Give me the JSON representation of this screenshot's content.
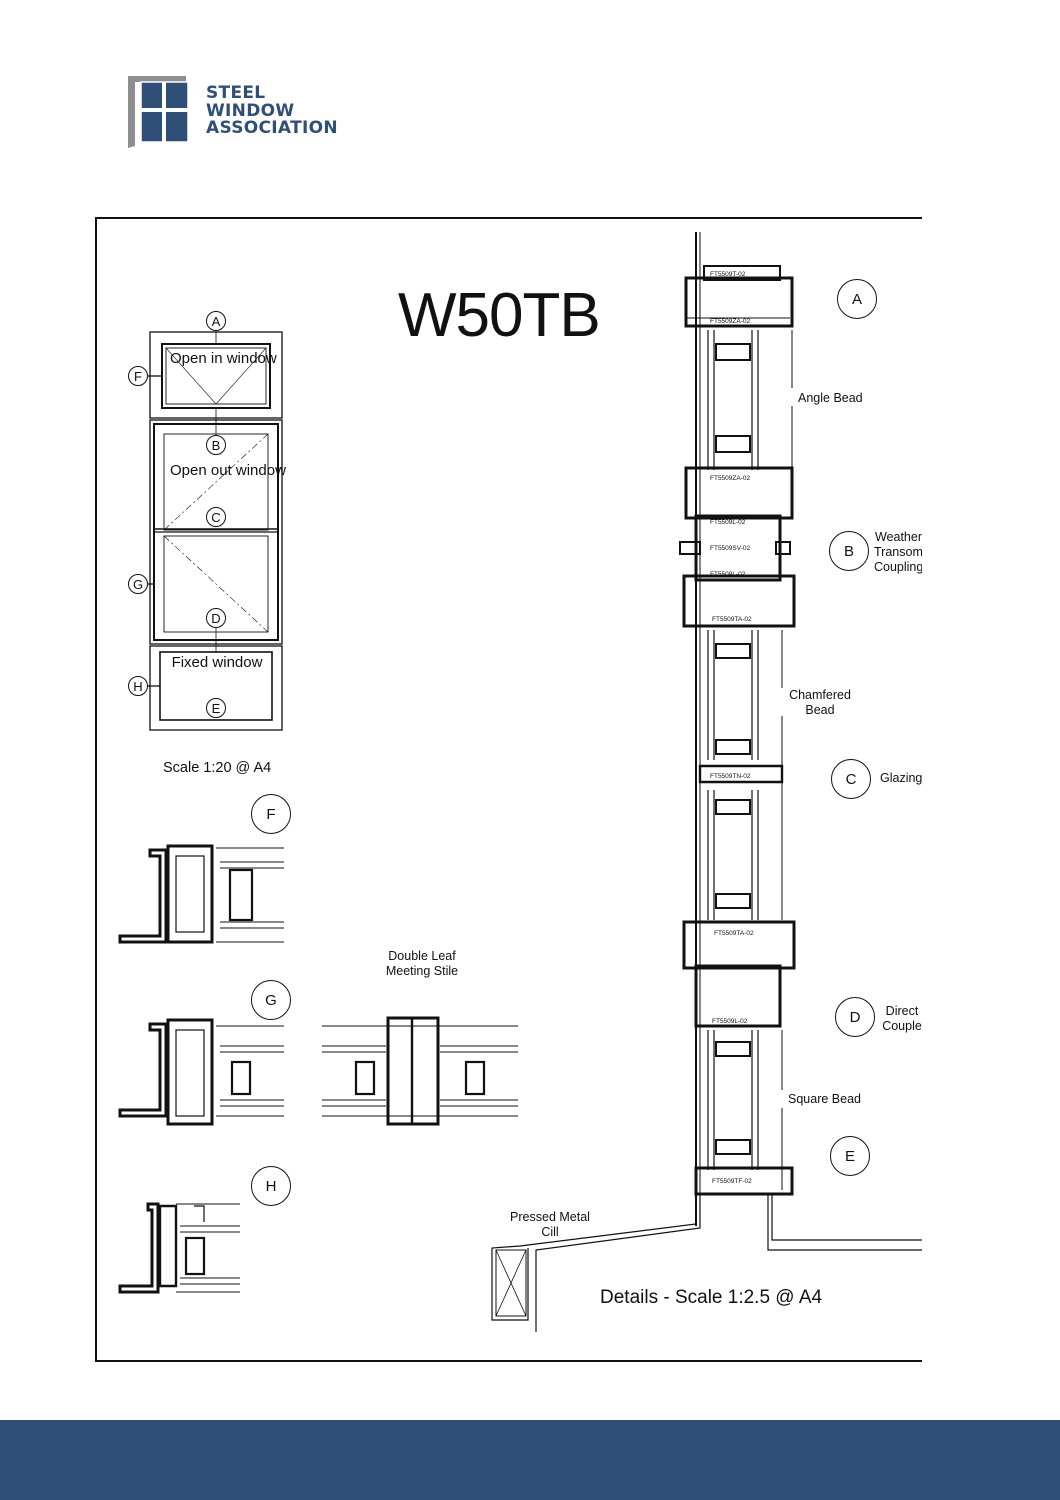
{
  "brand": {
    "line1": "STEEL",
    "line2": "WINDOW",
    "line3": "ASSOCIATION",
    "color": "#2f4f78"
  },
  "drawing": {
    "title": "W50TB",
    "elevation": {
      "open_in": "Open in window",
      "open_out": "Open out window",
      "fixed": "Fixed window",
      "scale": "Scale 1:20 @ A4"
    },
    "markers": [
      "A",
      "B",
      "C",
      "D",
      "E",
      "F",
      "G",
      "H"
    ],
    "details": {
      "double_leaf": "Double Leaf Meeting Stile",
      "pressed_metal": "Pressed Metal Cill",
      "scale": "Details - Scale 1:2.5 @ A4"
    },
    "callouts": {
      "angle_bead": "Angle Bead",
      "weather_transom": "Weather Transom Coupling",
      "chamfered_bead": "Chamfered Bead",
      "glazing": "Glazing",
      "direct_couple": "Direct Couple",
      "square_bead": "Square Bead"
    },
    "section_tags": [
      "FT5509T-02",
      "FT5509ZA-02",
      "FT5509ZA-02",
      "FT5509L-02",
      "FT5509SV-02",
      "FT5509L-02",
      "FT5509TA-02",
      "FT5509TN-02",
      "FT5509TA-02",
      "FT5509L-02",
      "FT5509TF-02"
    ]
  }
}
